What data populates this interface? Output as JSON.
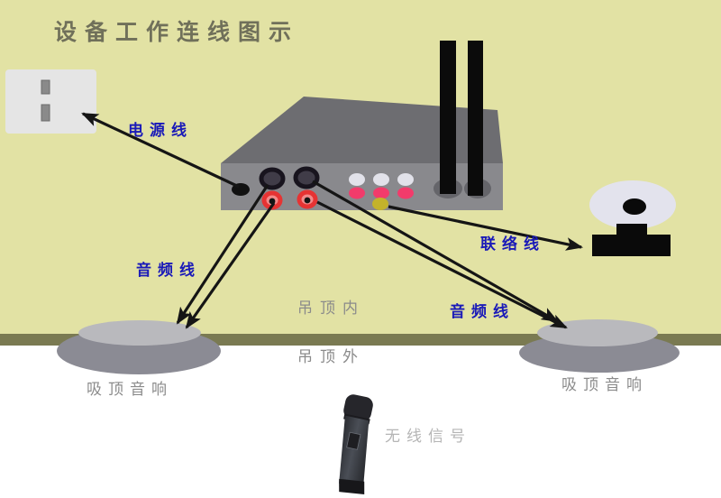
{
  "diagram": {
    "title": "设备工作连线图示",
    "cable_labels": {
      "power": "电源线",
      "audio_left": "音频线",
      "audio_right": "音频线",
      "intercom": "联络线"
    },
    "zone_labels": {
      "ceiling_inside": "吊顶内",
      "ceiling_outside": "吊顶外"
    },
    "device_labels": {
      "speaker_left": "吸顶音响",
      "speaker_right": "吸顶音响",
      "wireless_signal": "无线信号"
    },
    "components": [
      "power-outlet-icon",
      "receiver-amplifier-icon",
      "antenna-icon",
      "intercom-speaker-icon",
      "ceiling-speaker-icon",
      "wireless-microphone-icon",
      "connection-arrow-icon"
    ],
    "colors": {
      "background_ceiling": "#e2e2a4",
      "ceiling_band": "#7a7a52",
      "below_ceiling": "#ffffff",
      "title_text": "#70705a",
      "cable_label_text": "#1a1ab8",
      "zone_label_text": "#8b8b8b",
      "wireless_label_text": "#b5b5b5",
      "device_top": "#6d6d71",
      "device_front": "#89898d",
      "red_jack_ring": "#e63333",
      "red_jack_center": "#f28a8a",
      "pink_indicator": "#f23b6b",
      "white_indicator": "#e2e2ea",
      "yellow_jack": "#c3b32b",
      "arrow_line": "#151515",
      "speaker_rim": "#8b8b94",
      "speaker_face": "#b9b9bd"
    }
  }
}
